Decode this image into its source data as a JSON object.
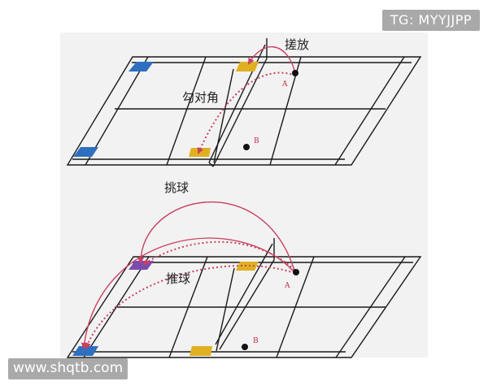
{
  "diagram_top": {
    "label_net_shot": "搓放",
    "label_cross_court": "勾对角",
    "player_a": "A",
    "player_b": "B"
  },
  "diagram_bottom": {
    "label_lift": "挑球",
    "label_push": "推球",
    "player_a": "A",
    "player_b": "B"
  },
  "watermarks": {
    "top": "TG: MYYJJPP",
    "bottom": "www.shqtb.com"
  },
  "colors": {
    "court_line": "#1a1a1a",
    "panel_background": "#f2f2f2",
    "blue_zone": "#2f6fbf",
    "yellow_zone": "#e0b020",
    "shot_path": "#c94060",
    "player_text": "#c03040"
  }
}
